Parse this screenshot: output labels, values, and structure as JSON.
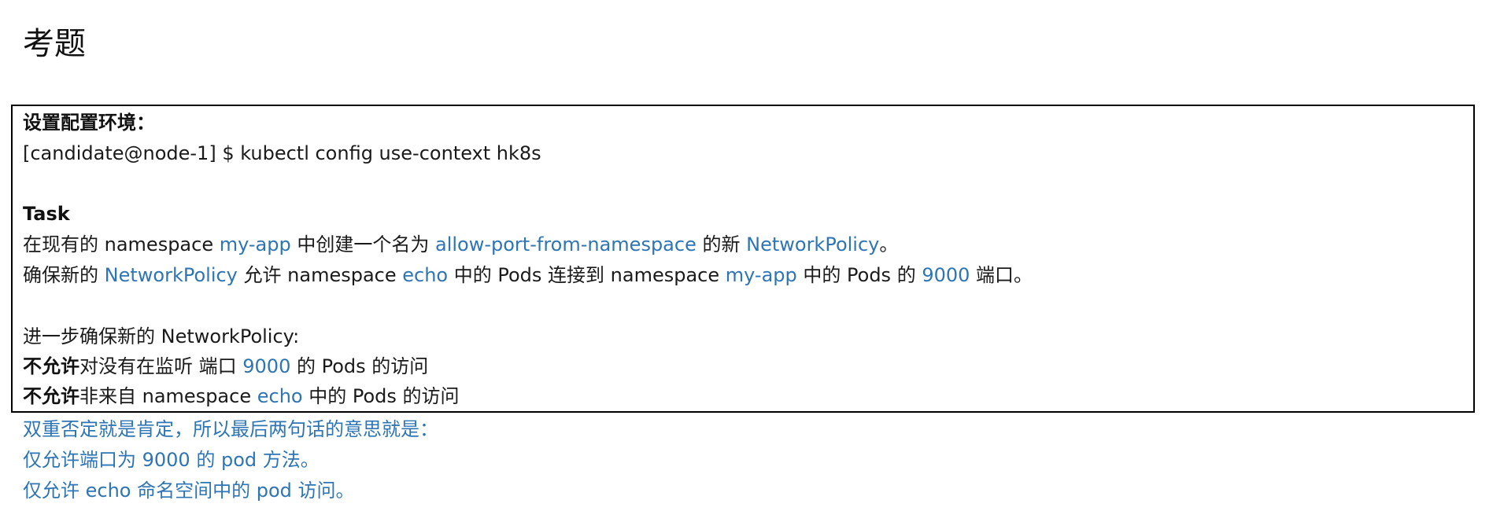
{
  "title": "考题",
  "setup": {
    "heading": "设置配置环境：",
    "command": "[candidate@node-1] $ kubectl config use-context hk8s"
  },
  "task": {
    "heading": "Task",
    "line1": {
      "t1": "在现有的 namespace ",
      "ns": "my-app",
      "t2": " 中创建一个名为 ",
      "name": "allow-port-from-namespace",
      "t3": " 的新 ",
      "kind": "NetworkPolicy",
      "t4": "。"
    },
    "line2": {
      "t1": "确保新的 ",
      "kind": "NetworkPolicy",
      "t2": " 允许 namespace ",
      "src_ns": "echo",
      "t3": " 中的 Pods 连接到 namespace ",
      "dst_ns": "my-app",
      "t4": " 中的 Pods 的 ",
      "port": "9000",
      "t5": " 端口。"
    },
    "further": "进一步确保新的 NetworkPolicy:",
    "rule1": {
      "deny": "不允许",
      "t1": "对没有在监听  端口 ",
      "port": "9000",
      "t2": " 的 Pods 的访问"
    },
    "rule2": {
      "deny": "不允许",
      "t1": "非来自  namespace ",
      "ns": "echo",
      "t2": " 中的 Pods 的访问"
    }
  },
  "notes": [
    "双重否定就是肯定，所以最后两句话的意思就是：",
    "仅允许端口为 9000 的 pod 方法。",
    "仅允许 echo 命名空间中的 pod 访问。"
  ],
  "colors": {
    "accent_blue": "#2e75b6",
    "text": "#1a1a1a",
    "border": "#000000"
  }
}
